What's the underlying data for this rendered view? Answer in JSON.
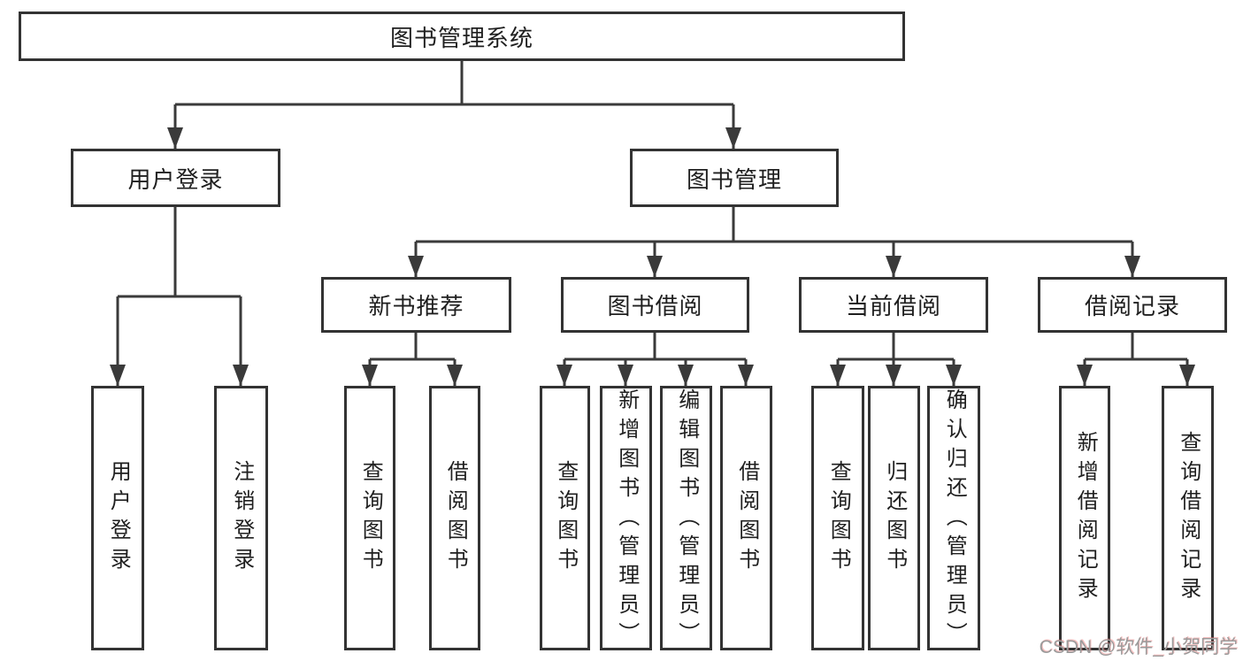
{
  "root": {
    "label": "图书管理系统"
  },
  "level2": [
    {
      "label": "用户登录"
    },
    {
      "label": "图书管理"
    }
  ],
  "level3": [
    {
      "label": "新书推荐"
    },
    {
      "label": "图书借阅"
    },
    {
      "label": "当前借阅"
    },
    {
      "label": "借阅记录"
    }
  ],
  "level4": {
    "login": [
      {
        "label": "用户登录"
      },
      {
        "label": "注销登录"
      }
    ],
    "newbook": [
      {
        "label": "查询图书"
      },
      {
        "label": "借阅图书"
      }
    ],
    "borrow": [
      {
        "label": "查询图书"
      },
      {
        "label": "新增图书（管理员）"
      },
      {
        "label": "编辑图书（管理员）"
      },
      {
        "label": "借阅图书"
      }
    ],
    "current": [
      {
        "label": "查询图书"
      },
      {
        "label": "归还图书"
      },
      {
        "label": "确认归还（管理员）"
      }
    ],
    "records": [
      {
        "label": "新增借阅记录"
      },
      {
        "label": "查询借阅记录"
      }
    ]
  },
  "watermark": {
    "text": "CSDN @软件_小贺同学"
  },
  "colors": {
    "background": "#ffffff",
    "line": "#3a3a3a",
    "box_border": "#333333",
    "text": "#1f1f1f",
    "watermark_text": "#9b9b9b",
    "watermark_shadow": "#e87070"
  }
}
